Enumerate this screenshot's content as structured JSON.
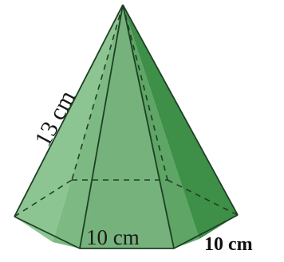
{
  "figure": {
    "labels": {
      "slant_edge": "13 cm",
      "front_base_edge": "10 cm",
      "right_base_edge": "10 cm"
    },
    "colors": {
      "edge": "#1f3f24",
      "face_left": "#8cc592",
      "face_left_mid": "#7dba83",
      "face_front": "#76b37c",
      "face_right_mid": "#5ea566",
      "face_right": "#3e8f47",
      "hidden_edge": "#1f3f24"
    }
  }
}
